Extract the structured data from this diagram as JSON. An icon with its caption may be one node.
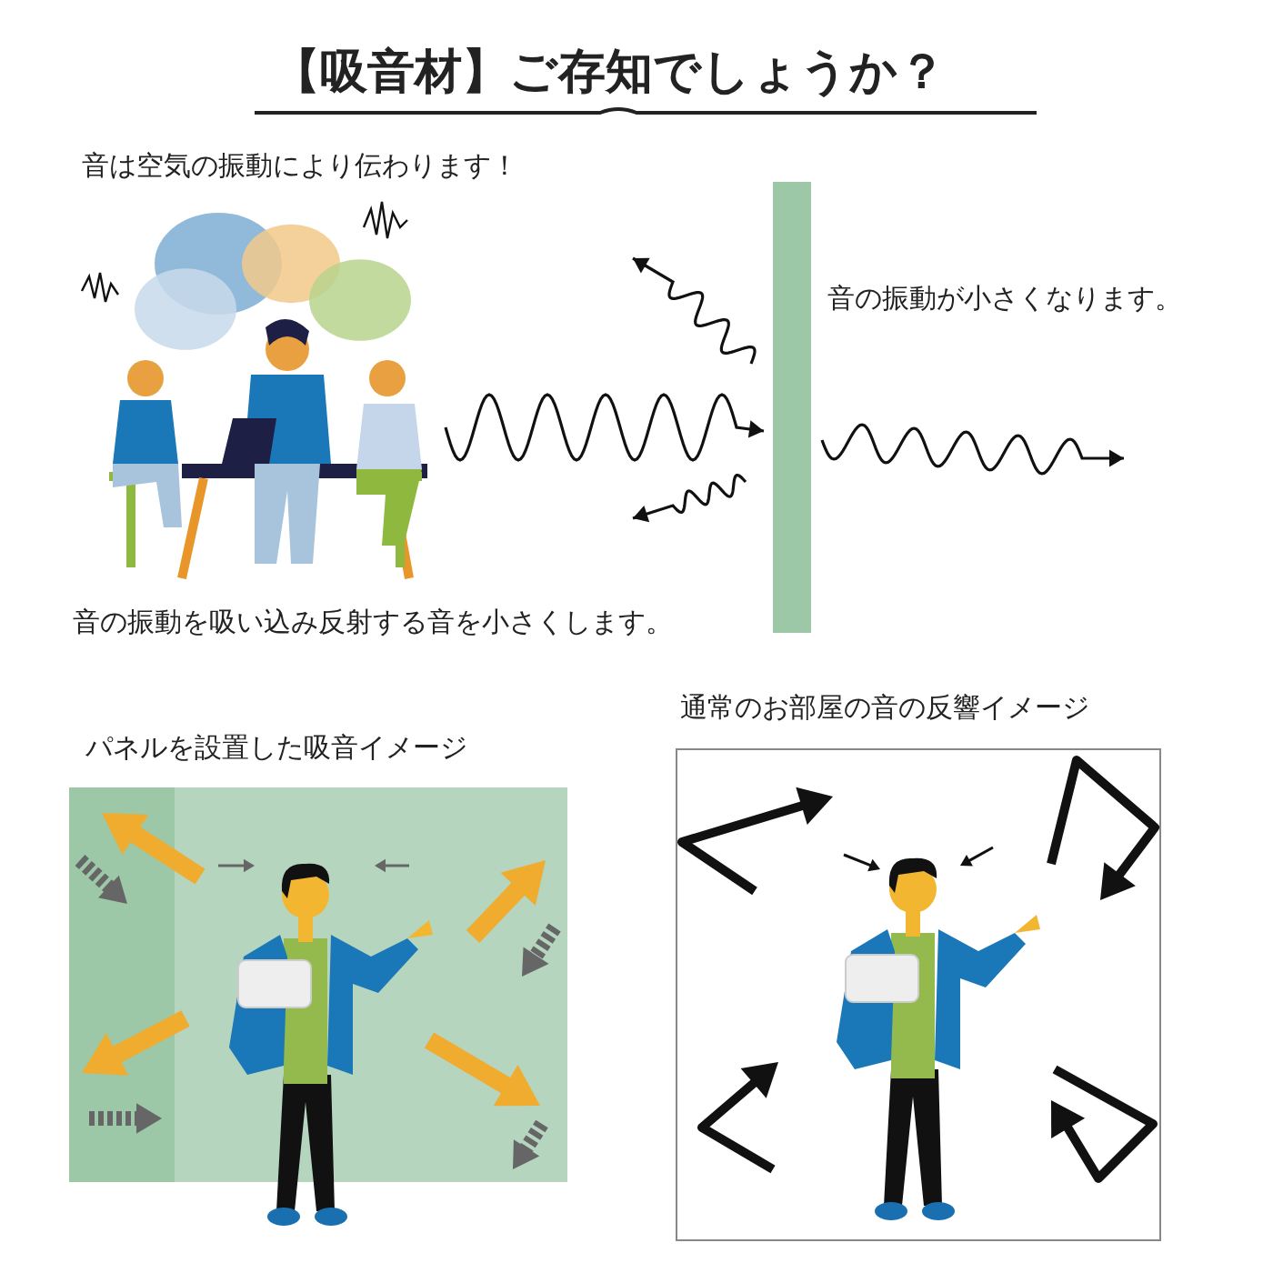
{
  "diagram": {
    "title": "【吸音材】ご存知でしょうか？",
    "labels": [
      "音は空気の振動により伝わります！",
      "音の振動が小さくなります。",
      "音の振動を吸い込み反射する音を小さくします。",
      "パネルを設置した吸音イメージ",
      "通常のお部屋の音の反響イメージ"
    ]
  }
}
